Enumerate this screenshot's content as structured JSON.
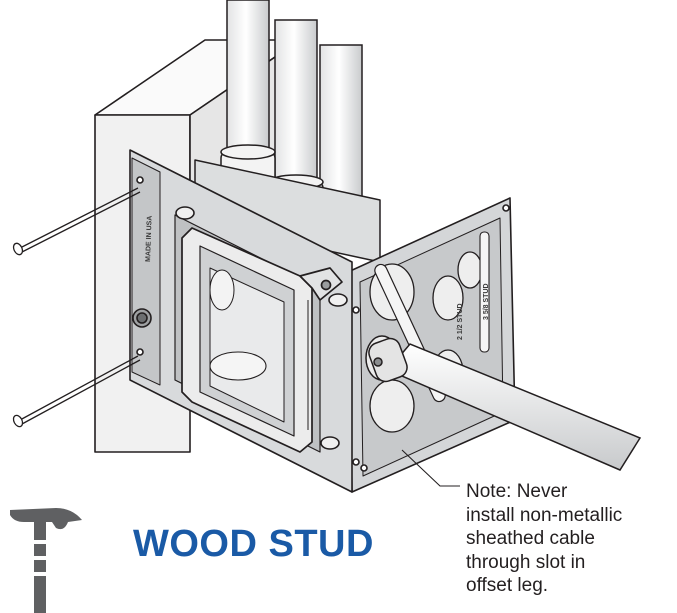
{
  "heading": "WOOD STUD",
  "note_lines": [
    "Note: Never",
    "install non-metallic",
    "sheathed cable",
    "through slot in",
    "offset leg."
  ],
  "bracket_stamps": {
    "made_in": "MADE IN USA",
    "stud_a": "2 1/2 STUD",
    "stud_b": "3 5/8 STUD"
  },
  "icons": [
    "hammer-icon",
    "nail-icon",
    "wood-stud",
    "box-bracket",
    "conduit"
  ],
  "colors": {
    "heading": "#1a5aa6",
    "hammer": "#5f6062",
    "metal": "#d0d2d4",
    "wood": "#f2f2f2"
  }
}
